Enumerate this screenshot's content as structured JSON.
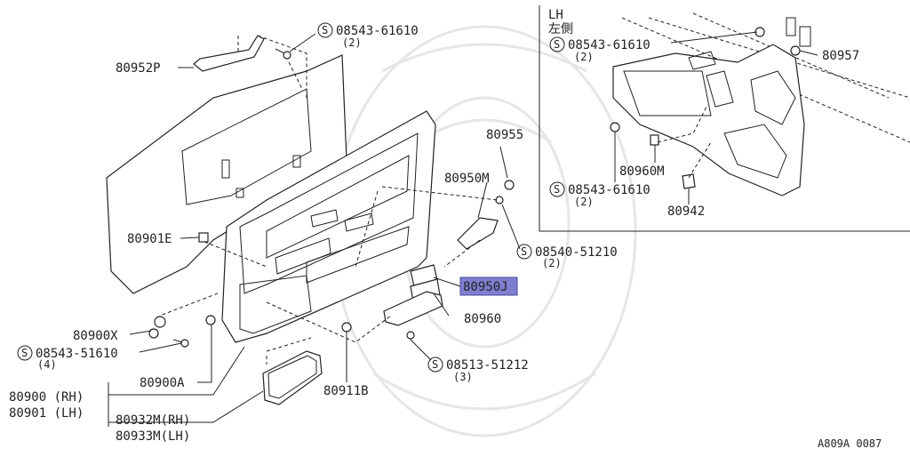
{
  "diagram": {
    "code": "A809A 0087",
    "inset": {
      "title": "LH",
      "title_jp": "左側"
    },
    "callouts": {
      "p80952P": "80952P",
      "s_08543_61610_top": "08543-61610",
      "s_08543_61610_top_qty": "(2)",
      "p80955": "80955",
      "p80950M": "80950M",
      "p80901E": "80901E",
      "s_08540_51210": "08540-51210",
      "s_08540_51210_qty": "(2)",
      "p80950J": "80950J",
      "p80960": "80960",
      "p80900X": "80900X",
      "s_08543_51610": "08543-51610",
      "s_08543_51610_qty": "(4)",
      "s_08513_51212": "08513-51212",
      "s_08513_51212_qty": "(3)",
      "p80900A": "80900A",
      "p80911B": "80911B",
      "p80900_rh": "80900 (RH)",
      "p80901_lh": "80901 (LH)",
      "p80932M_rh": "80932M(RH)",
      "p80933M_lh": "80933M(LH)",
      "lh_s_08543_61610_a": "08543-61610",
      "lh_s_08543_61610_a_qty": "(2)",
      "lh_p80957": "80957",
      "lh_p80960M": "80960M",
      "lh_s_08543_61610_b": "08543-61610",
      "lh_s_08543_61610_b_qty": "(2)",
      "lh_p80942": "80942"
    },
    "screw_symbol": "S",
    "highlighted_part": "80950J",
    "highlight_color": "#7f7fd0"
  }
}
